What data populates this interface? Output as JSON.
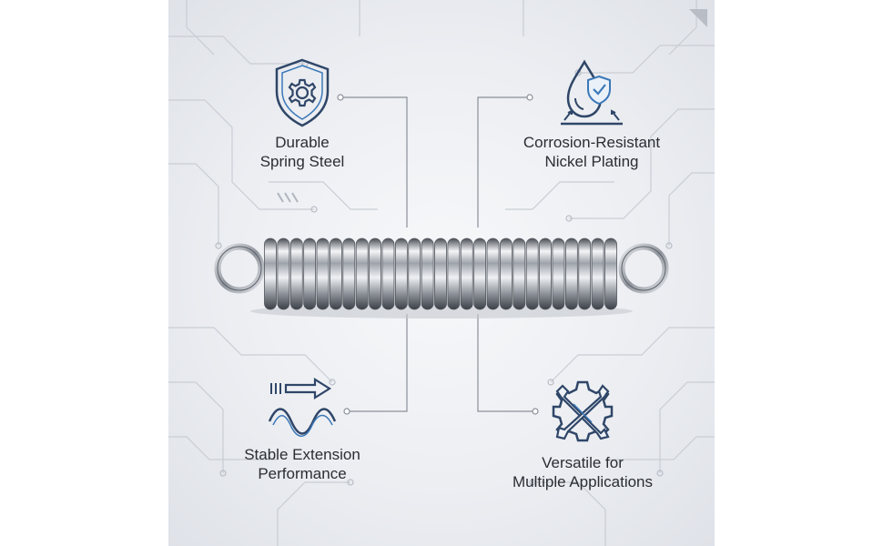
{
  "features": [
    {
      "id": "durable",
      "icon": "shield-gear-icon",
      "line1": "Durable",
      "line2": "Spring Steel"
    },
    {
      "id": "corrosion",
      "icon": "water-drop-shield-icon",
      "line1": "Corrosion-Resistant",
      "line2": "Nickel Plating"
    },
    {
      "id": "stable",
      "icon": "arrow-wave-icon",
      "line1": "Stable Extension",
      "line2": "Performance"
    },
    {
      "id": "versatile",
      "icon": "wrench-gear-icon",
      "line1": "Versatile for",
      "line2": "Multiple Applications"
    }
  ],
  "colors": {
    "icon_stroke": "#2f4668",
    "icon_accent": "#3a78b8",
    "text": "#2a2d33",
    "lines": "#8a9099"
  }
}
